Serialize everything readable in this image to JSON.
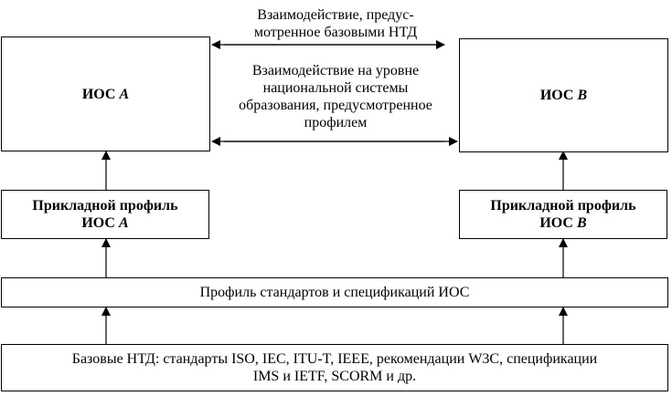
{
  "nodes": {
    "ios_a": {
      "name": "ИОС",
      "letter": "A"
    },
    "ios_b": {
      "name": "ИОС",
      "letter": "B"
    },
    "profile_a": {
      "line1": "Прикладной профиль",
      "name": "ИОС",
      "letter": "A"
    },
    "profile_b": {
      "line1": "Прикладной профиль",
      "name": "ИОС",
      "letter": "B"
    },
    "standards_profile": {
      "label": "Профиль стандартов и спецификаций ИОС"
    },
    "base_ntd": {
      "line1": "Базовые НТД: стандарты ISO, IEC, ITU-T, IEEE, рекомендации W3C, спецификации",
      "line2": "IMS и IETF, SCORM и др."
    }
  },
  "edges": {
    "top_interaction": {
      "line1": "Взаимодействие, предус-",
      "line2": "мотренное базовыми НТД"
    },
    "national_interaction": {
      "line1": "Взаимодействие на уровне",
      "line2": "национальной системы",
      "line3": "образования, предусмотренное",
      "line4": "профилем"
    }
  }
}
